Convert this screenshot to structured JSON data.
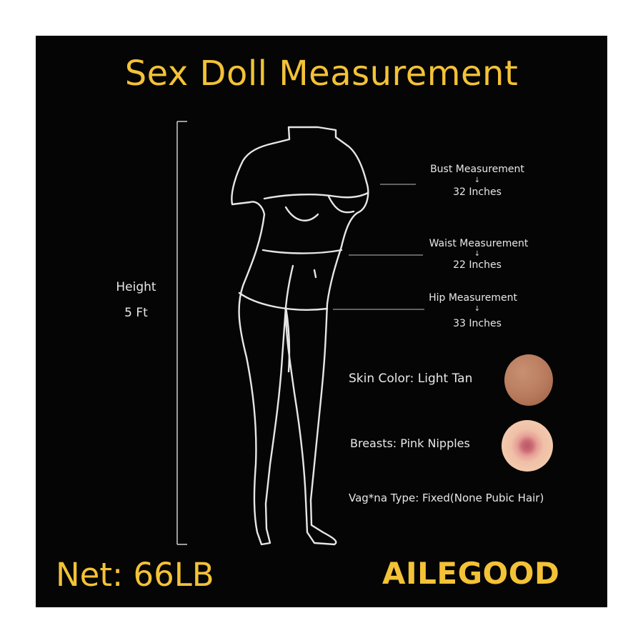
{
  "title": "Sex Doll Measurement",
  "height": {
    "label": "Height",
    "value": "5 Ft"
  },
  "measurements": [
    {
      "label": "Bust Measurement",
      "value": "32 Inches"
    },
    {
      "label": "Waist Measurement",
      "value": "22 Inches"
    },
    {
      "label": "Hip Measurement",
      "value": "33 Inches"
    }
  ],
  "arrow": "↓",
  "skin_color": "Skin Color: Light Tan",
  "breasts": "Breasts:  Pink Nipples",
  "vagina_type": "Vag*na Type: Fixed(None Pubic Hair)",
  "net": "Net: 66LB",
  "brand": "AILEGOOD",
  "colors": {
    "background": "#050505",
    "accent": "#f3c236",
    "outline": "#e6e6e6",
    "skin": "#b87a5c",
    "nipple": "#d98a86"
  }
}
